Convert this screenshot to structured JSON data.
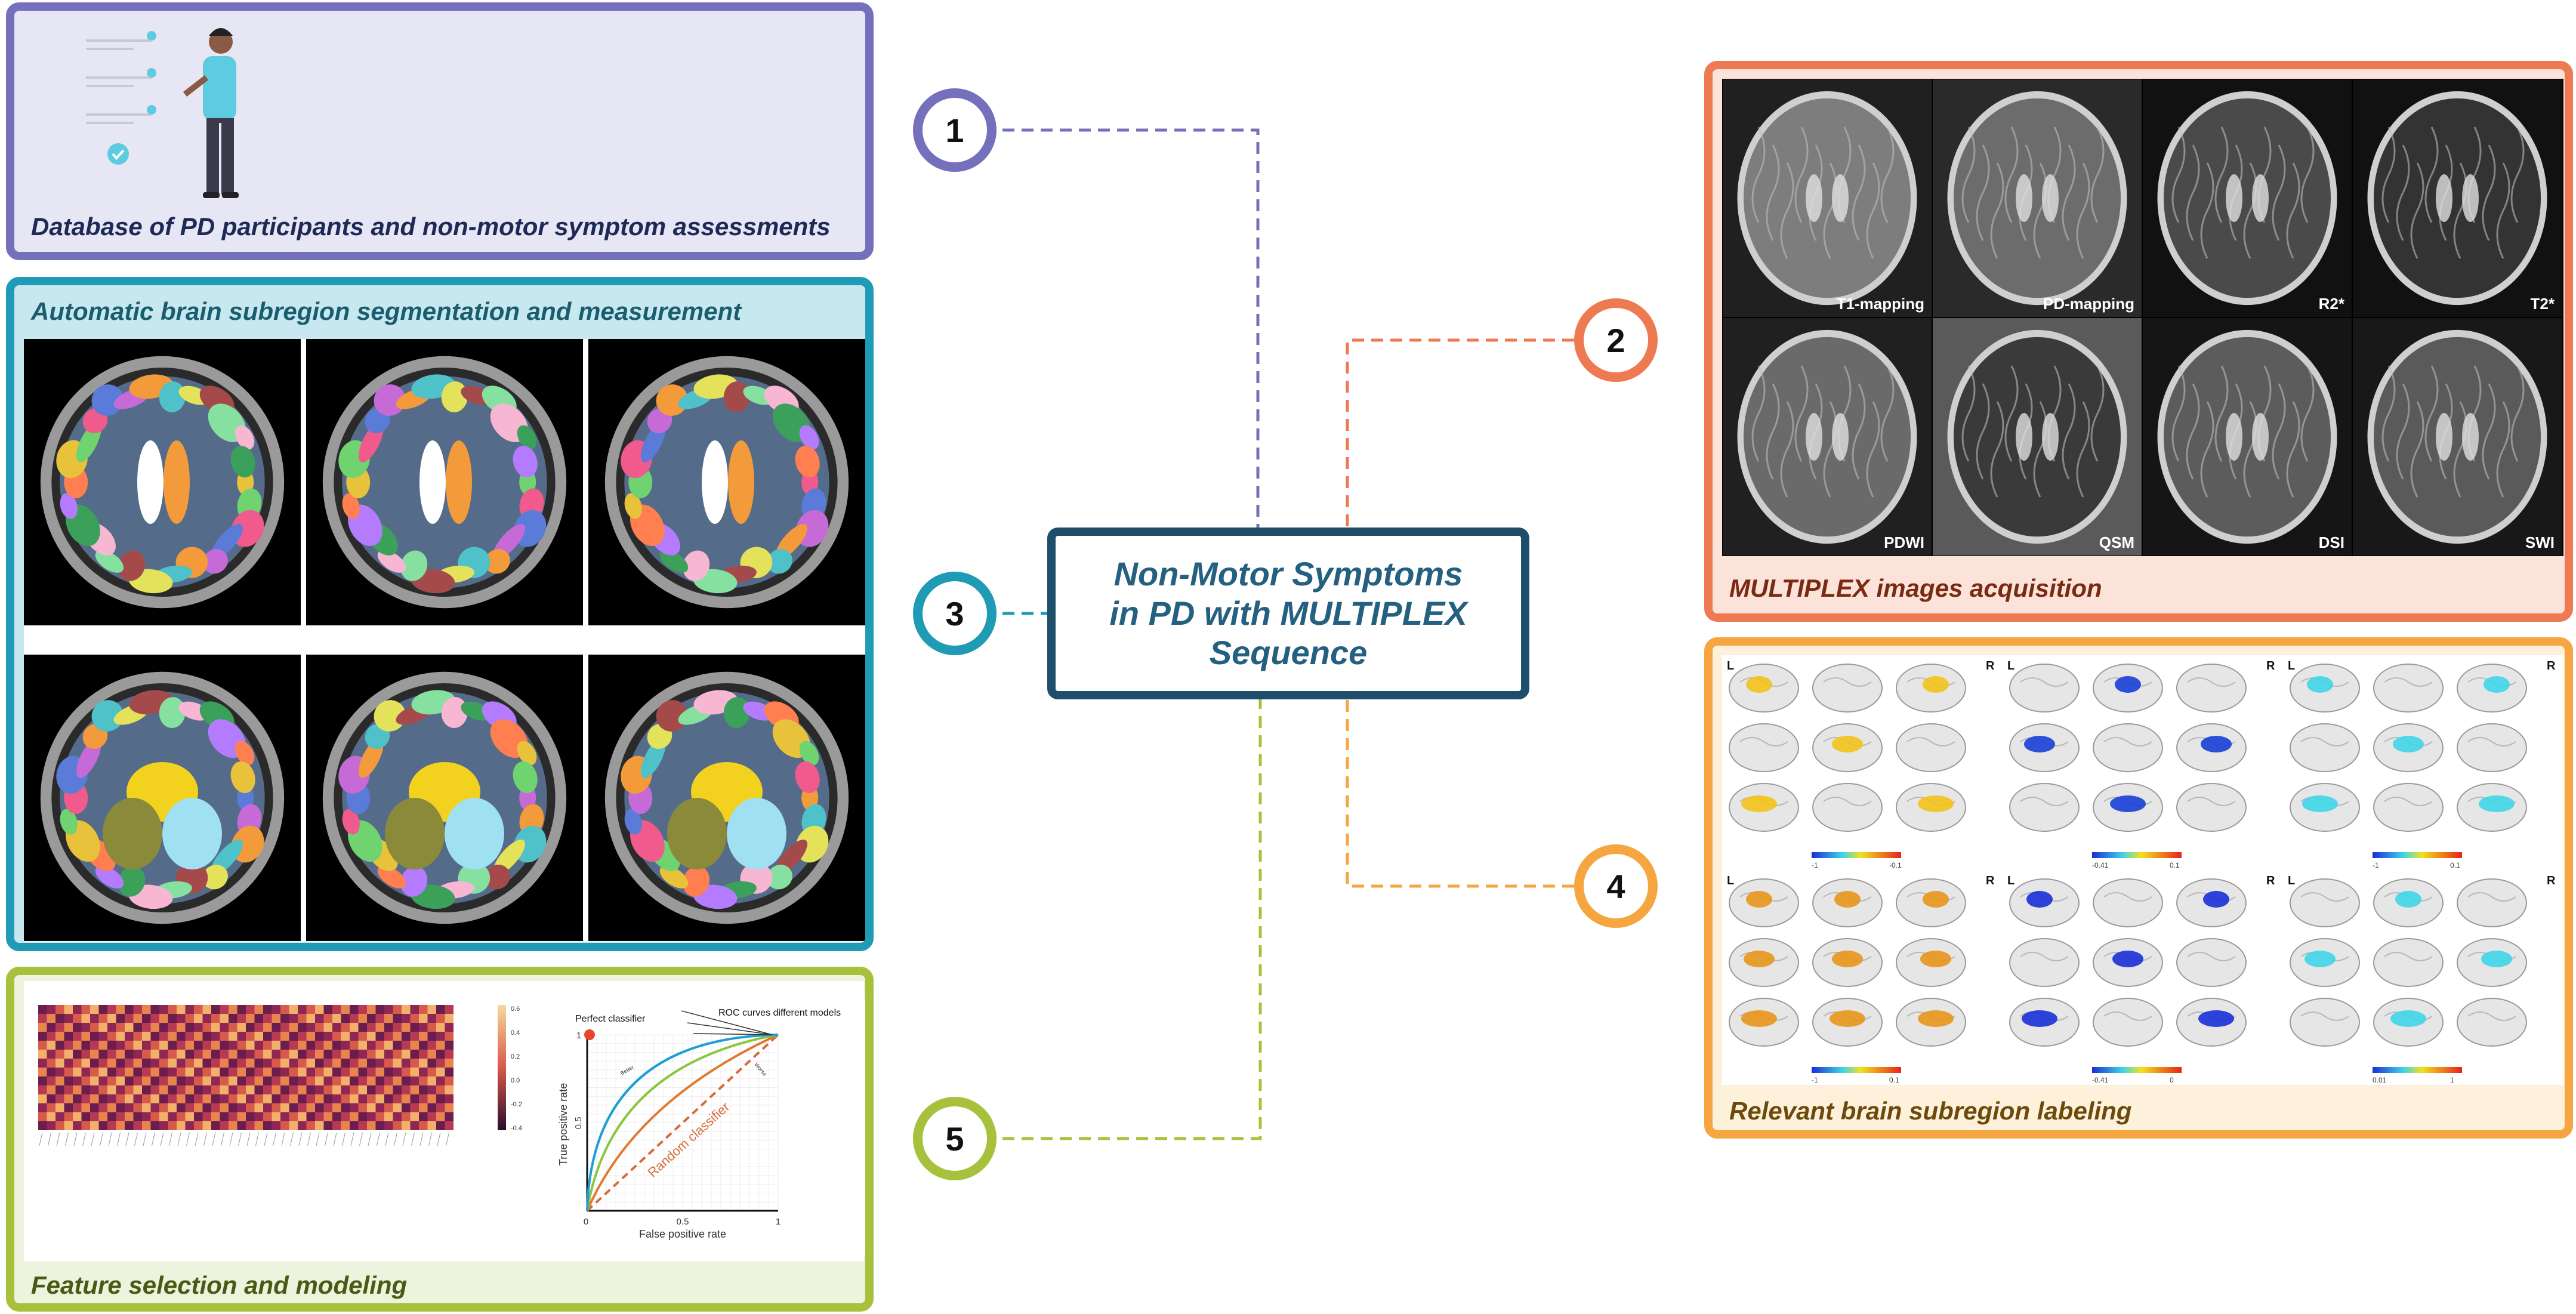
{
  "center": {
    "title": "Non-Motor Symptoms in PD with MULTIPLEX Sequence"
  },
  "steps": [
    {
      "number": "1",
      "title": "Database of  PD participants and non-motor symptom assessments",
      "color": "#7470bb"
    },
    {
      "number": "2",
      "title": "MULTIPLEX images acquisition",
      "color": "#ee7a52"
    },
    {
      "number": "3",
      "title": "Automatic brain subregion segmentation and measurement",
      "color": "#1f9bb5"
    },
    {
      "number": "4",
      "title": "Relevant brain subregion labeling",
      "color": "#f5a640"
    },
    {
      "number": "5",
      "title": "Feature selection and modeling",
      "color": "#a8c13c"
    }
  ],
  "mri": {
    "labels": [
      "T1-mapping",
      "PD-mapping",
      "R2*",
      "T2*",
      "PDWI",
      "QSM",
      "DSI",
      "SWI"
    ]
  },
  "brain_maps": {
    "side_left": "L",
    "side_right": "R",
    "colorbar_ticks": [
      [
        "-1",
        "-0.1"
      ],
      [
        "-0.41",
        "0.1"
      ],
      [
        "-1",
        "0.1"
      ],
      [
        "-1",
        "0.1"
      ],
      [
        "-0.41",
        "0"
      ],
      [
        "0.01",
        "1"
      ]
    ]
  },
  "heatmap": {
    "scale_ticks": [
      "0.6",
      "0.4",
      "0.2",
      "0.0",
      "-0.2",
      "-0.4"
    ]
  },
  "roc": {
    "annotation_perfect": "Perfect classifier",
    "annotation_models": "ROC curves different models",
    "random_label": "Random classifier",
    "xlabel": "False positive rate",
    "ylabel": "True positive rate",
    "xticks": [
      "0",
      "0.5",
      "1"
    ],
    "ytick_mid": "0.5",
    "ytick_top": "1",
    "model_labels": [
      "Better",
      "Worse"
    ]
  }
}
